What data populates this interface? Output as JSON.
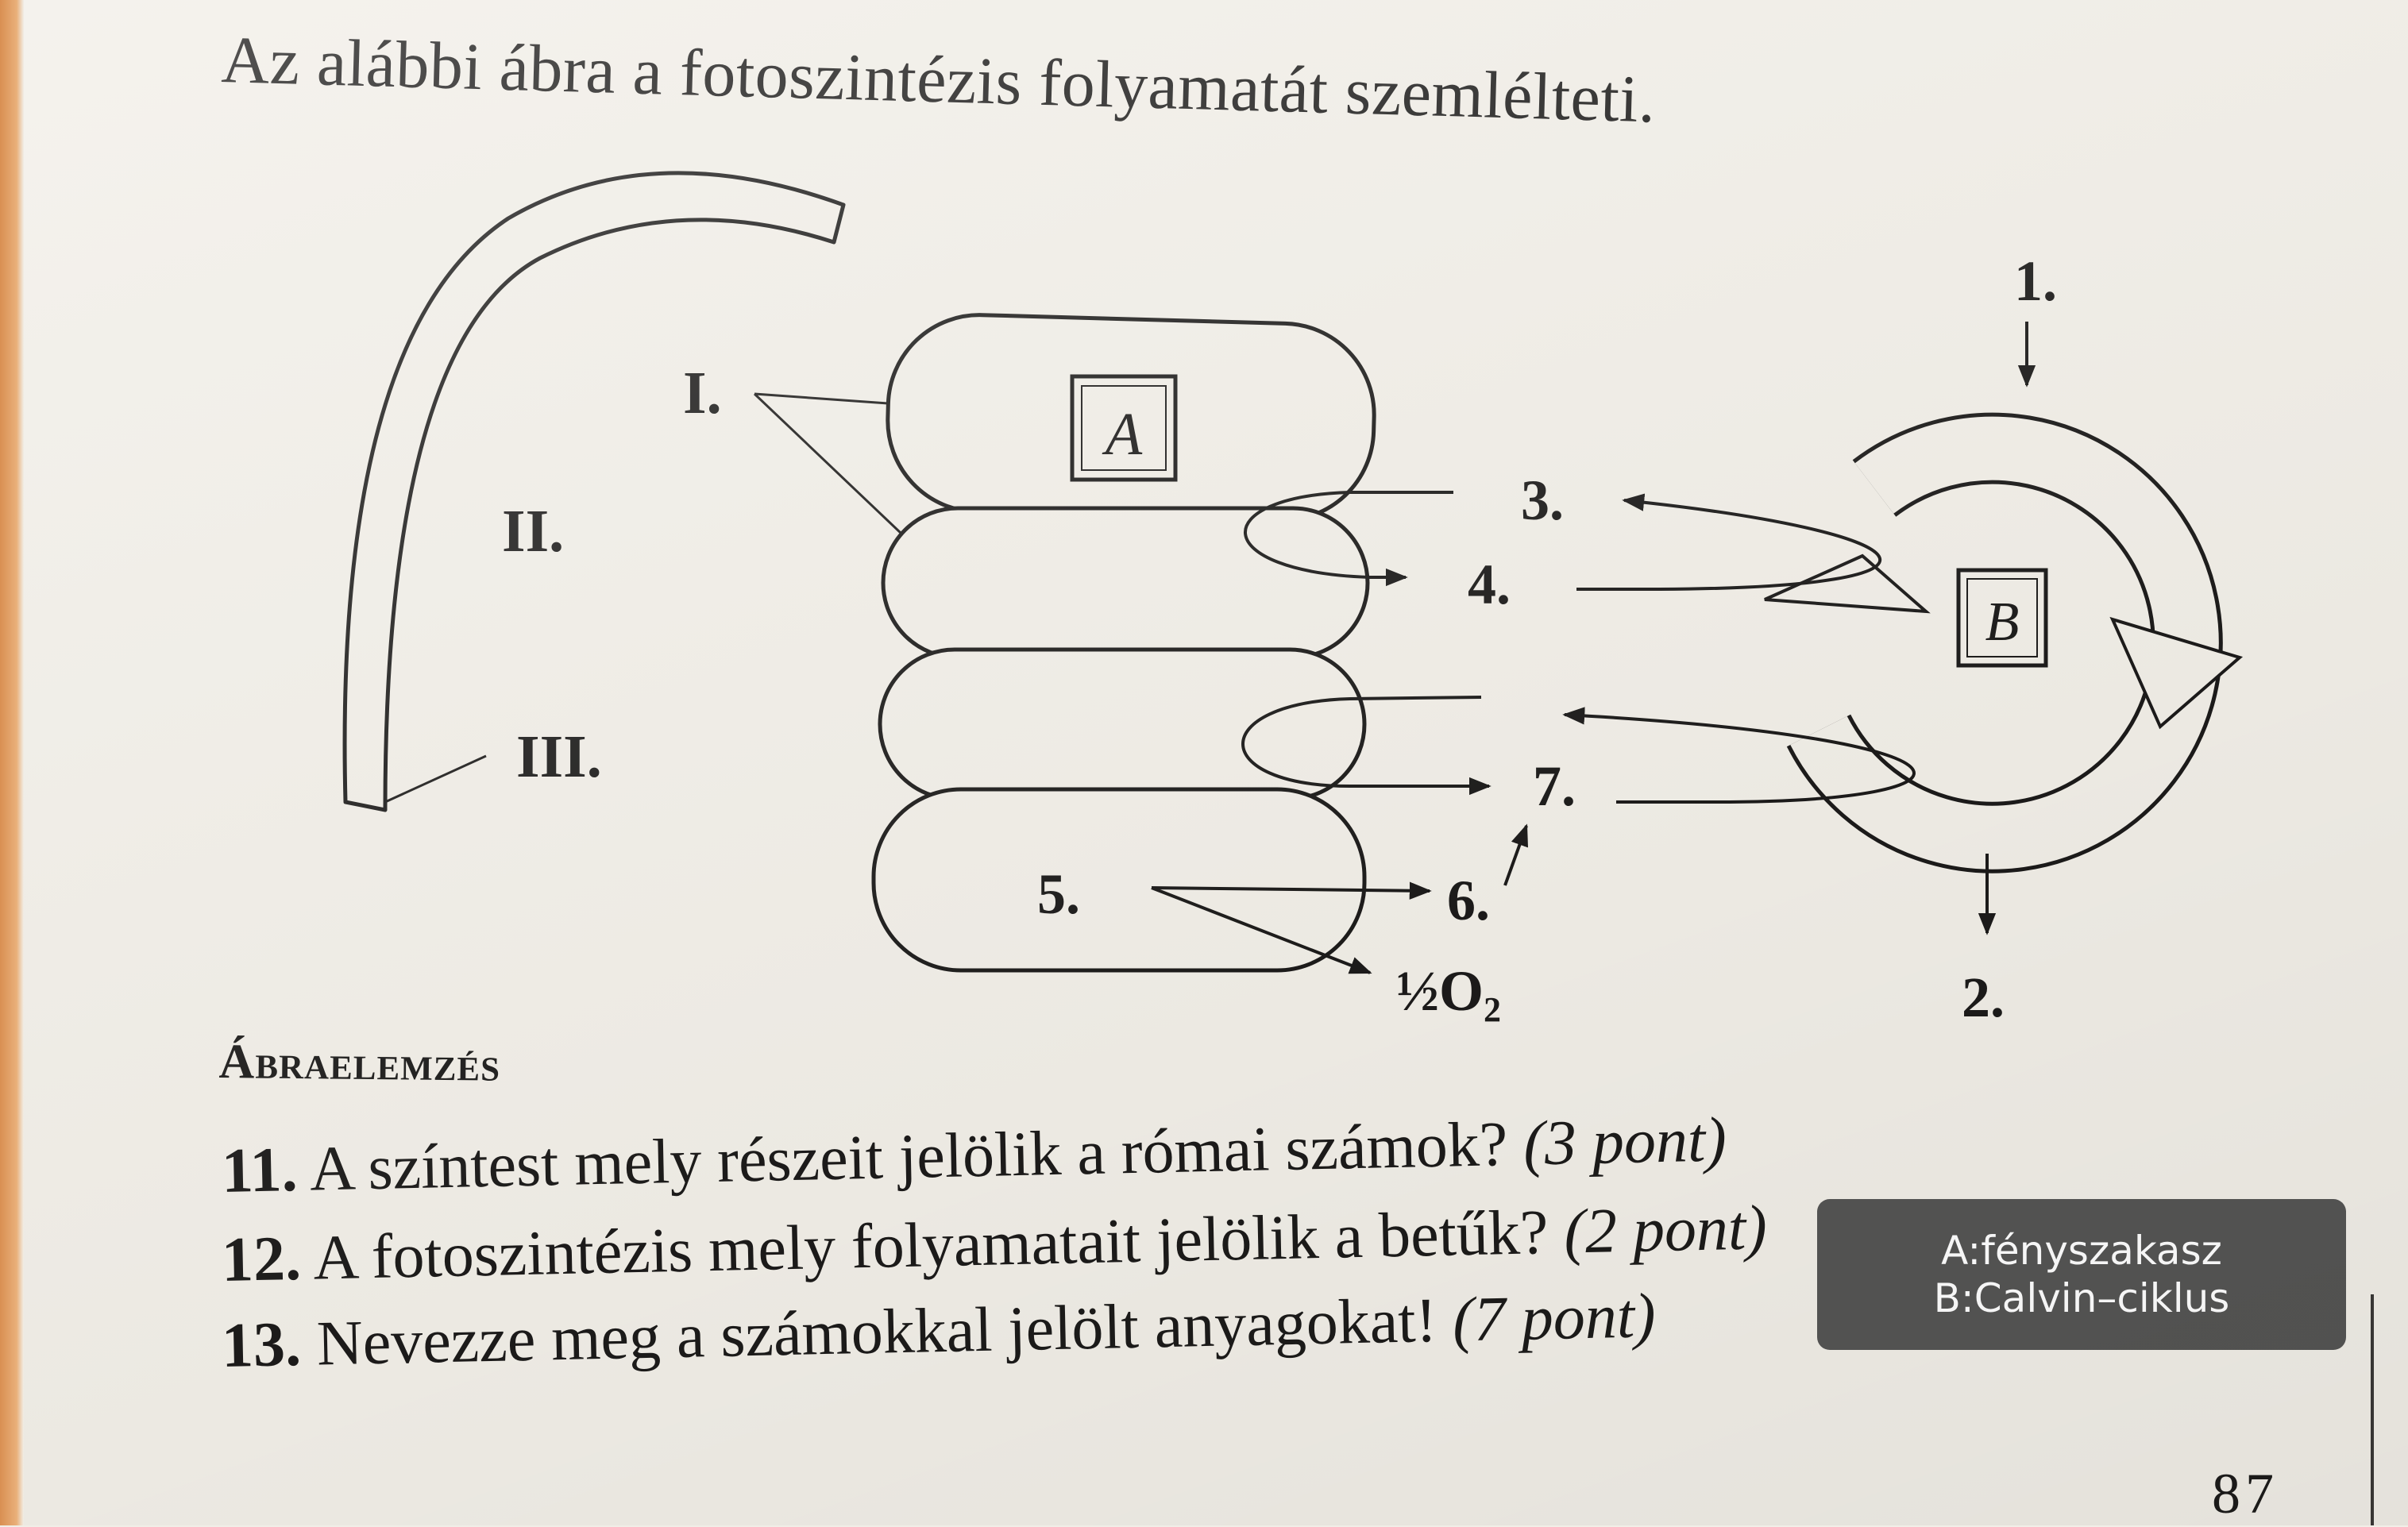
{
  "intro_text": "Az alábbi ábra a fotoszintézis folyamatát szemlélteti.",
  "figure": {
    "roman_labels": [
      "I.",
      "II.",
      "III."
    ],
    "number_labels": [
      "1.",
      "2.",
      "3.",
      "4.",
      "5.",
      "6.",
      "7."
    ],
    "box_labels": {
      "a": "A",
      "b": "B"
    },
    "oxygen_label": {
      "prefix": "½O",
      "subscript": "2"
    }
  },
  "section_title": "Ábraelemzés",
  "questions": [
    {
      "num": "11.",
      "text": " A színtest mely részeit jelölik a római számok? ",
      "points": "(3 pont)"
    },
    {
      "num": "12.",
      "text": " A fotoszintézis mely folyamatait jelölik a betűk? ",
      "points": "(2 pont)"
    },
    {
      "num": "13.",
      "text": " Nevezze meg a számokkal jelölt anyagokat! ",
      "points": "(7 pont)"
    }
  ],
  "overlay": {
    "line1": "A:fényszakasz",
    "line2": "B:Calvin–ciklus"
  },
  "page_number": "87"
}
